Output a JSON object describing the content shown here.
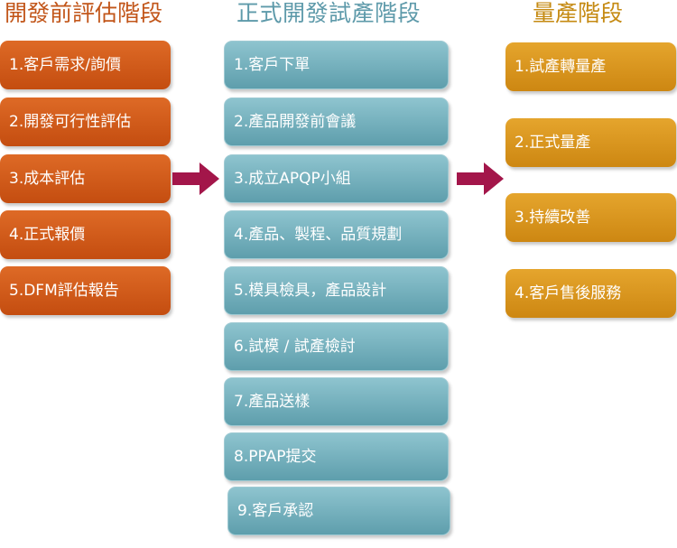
{
  "columns": [
    {
      "title": "開發前評估階段",
      "color": "#c2561a",
      "items": [
        "1.客戶需求/詢價",
        "2.開發可行性評估",
        "3.成本評估",
        "4.正式報價",
        "5.DFM評估報告"
      ]
    },
    {
      "title": "正式開發試產階段",
      "color": "#5e9aaa",
      "items": [
        "1.客戶下單",
        "2.產品開發前會議",
        "3.成立APQP小組",
        "4.產品、製程、品質規劃",
        "5.模具檢具，產品設計",
        "6.試模 / 試產檢討",
        "7.產品送樣",
        "8.PPAP提交",
        "9.客戶承認"
      ]
    },
    {
      "title": "量產階段",
      "color": "#c58a12",
      "items": [
        "1.試產轉量產",
        "2.正式量產",
        "3.持續改善",
        "4.客戶售後服務"
      ]
    }
  ],
  "arrow_color": "#a3164a"
}
